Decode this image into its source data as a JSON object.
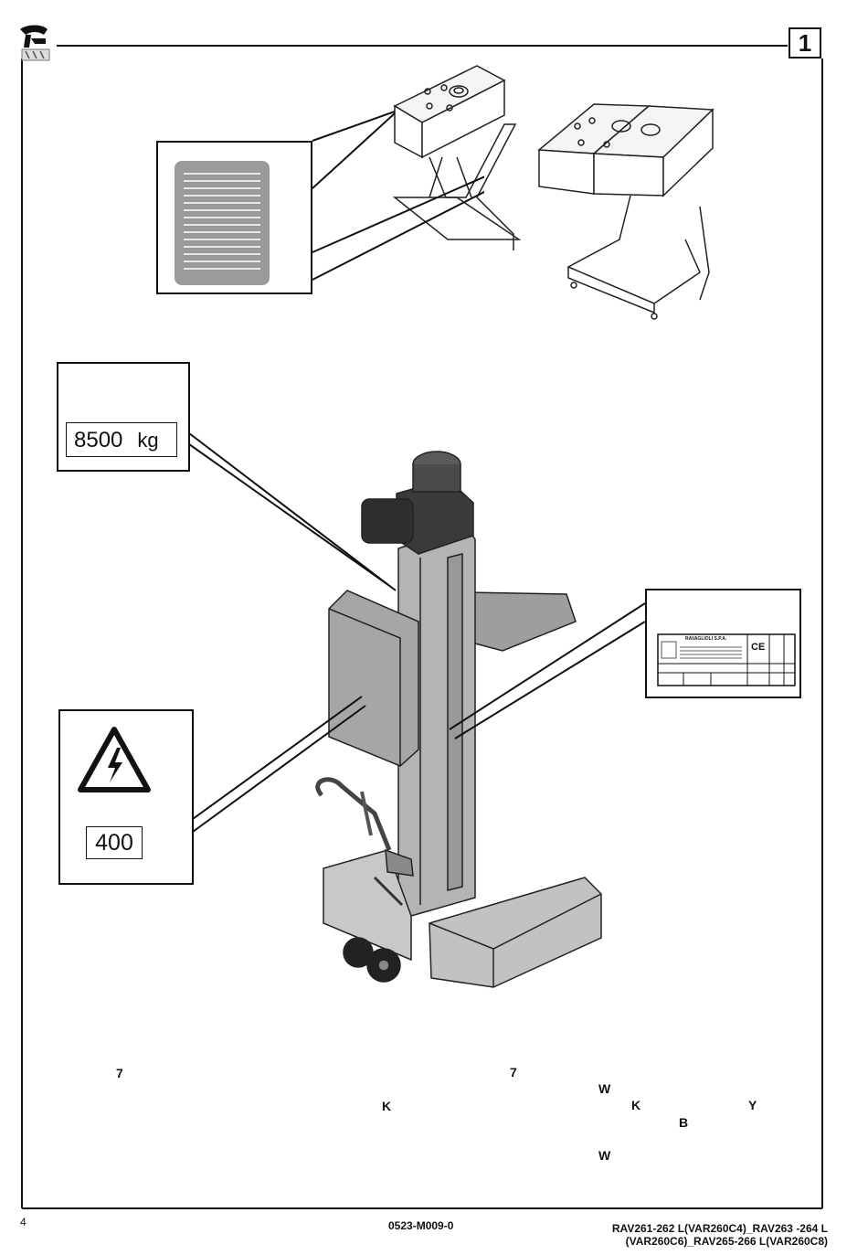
{
  "page": {
    "number_box": "1",
    "page_number": "4",
    "doc_code": "0523-M009-0",
    "models_line1": "RAV261-262 L(VAR260C4)_RAV263 -264 L",
    "models_line2": "(VAR260C6)_RAV265-266 L(VAR260C8)"
  },
  "labels": {
    "capacity_value": "8500",
    "capacity_unit": "kg",
    "voltage_value": "400",
    "nameplate_brand": "RAVAGLIOLI S.P.A.",
    "nameplate_mark": "CE"
  },
  "reference_letters": {
    "r7a": "7",
    "r7b": "7",
    "rW1": "W",
    "rK1": "K",
    "rK2": "K",
    "rY": "Y",
    "rB": "B",
    "rW2": "W"
  },
  "colors": {
    "frame": "#111111",
    "plate_grey": "#9a9a9a",
    "column_grey": "#a9a9a9",
    "motor": "#2e2e2e"
  },
  "icons": [
    "brand-logo-icon",
    "electric-hazard-icon"
  ]
}
